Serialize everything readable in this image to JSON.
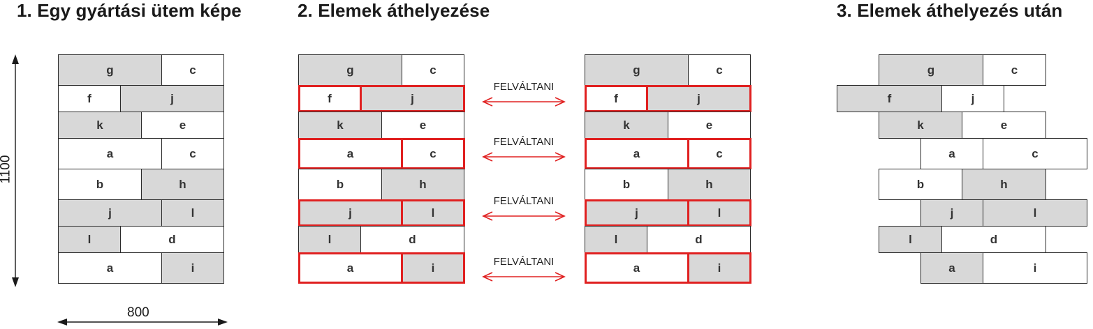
{
  "titles": {
    "panel1": "1. Egy gyártási ütem képe",
    "panel2": "2. Elemek áthelyezése",
    "panel3": "3. Elemek áthelyezés után"
  },
  "dimensions": {
    "height": "1100",
    "width": "800"
  },
  "swap_label": "FELVÁLTANI",
  "colors": {
    "gray_block": "#d8d8d8",
    "white_block": "#ffffff",
    "highlight": "#e02020"
  },
  "panel1_rows": [
    [
      {
        "label": "g",
        "shade": "gray"
      },
      {
        "label": "c",
        "shade": "white"
      }
    ],
    [
      {
        "label": "f",
        "shade": "white"
      },
      {
        "label": "j",
        "shade": "gray"
      }
    ],
    [
      {
        "label": "k",
        "shade": "gray"
      },
      {
        "label": "e",
        "shade": "white"
      }
    ],
    [
      {
        "label": "a",
        "shade": "white"
      },
      {
        "label": "c",
        "shade": "white"
      }
    ],
    [
      {
        "label": "b",
        "shade": "white"
      },
      {
        "label": "h",
        "shade": "gray"
      }
    ],
    [
      {
        "label": "j",
        "shade": "gray"
      },
      {
        "label": "l",
        "shade": "gray"
      }
    ],
    [
      {
        "label": "l",
        "shade": "gray"
      },
      {
        "label": "d",
        "shade": "white"
      }
    ],
    [
      {
        "label": "a",
        "shade": "white"
      },
      {
        "label": "i",
        "shade": "gray"
      }
    ]
  ],
  "panel3_rows": [
    [
      {
        "label": "g",
        "shade": "gray"
      },
      {
        "label": "c",
        "shade": "white"
      }
    ],
    [
      {
        "label": "f",
        "shade": "gray"
      },
      {
        "label": "j",
        "shade": "white"
      }
    ],
    [
      {
        "label": "k",
        "shade": "gray"
      },
      {
        "label": "e",
        "shade": "white"
      }
    ],
    [
      {
        "label": "a",
        "shade": "white"
      },
      {
        "label": "c",
        "shade": "white"
      }
    ],
    [
      {
        "label": "b",
        "shade": "white"
      },
      {
        "label": "h",
        "shade": "gray"
      }
    ],
    [
      {
        "label": "j",
        "shade": "gray"
      },
      {
        "label": "l",
        "shade": "gray"
      }
    ],
    [
      {
        "label": "l",
        "shade": "gray"
      },
      {
        "label": "d",
        "shade": "white"
      }
    ],
    [
      {
        "label": "a",
        "shade": "gray"
      },
      {
        "label": "i",
        "shade": "white"
      }
    ]
  ]
}
